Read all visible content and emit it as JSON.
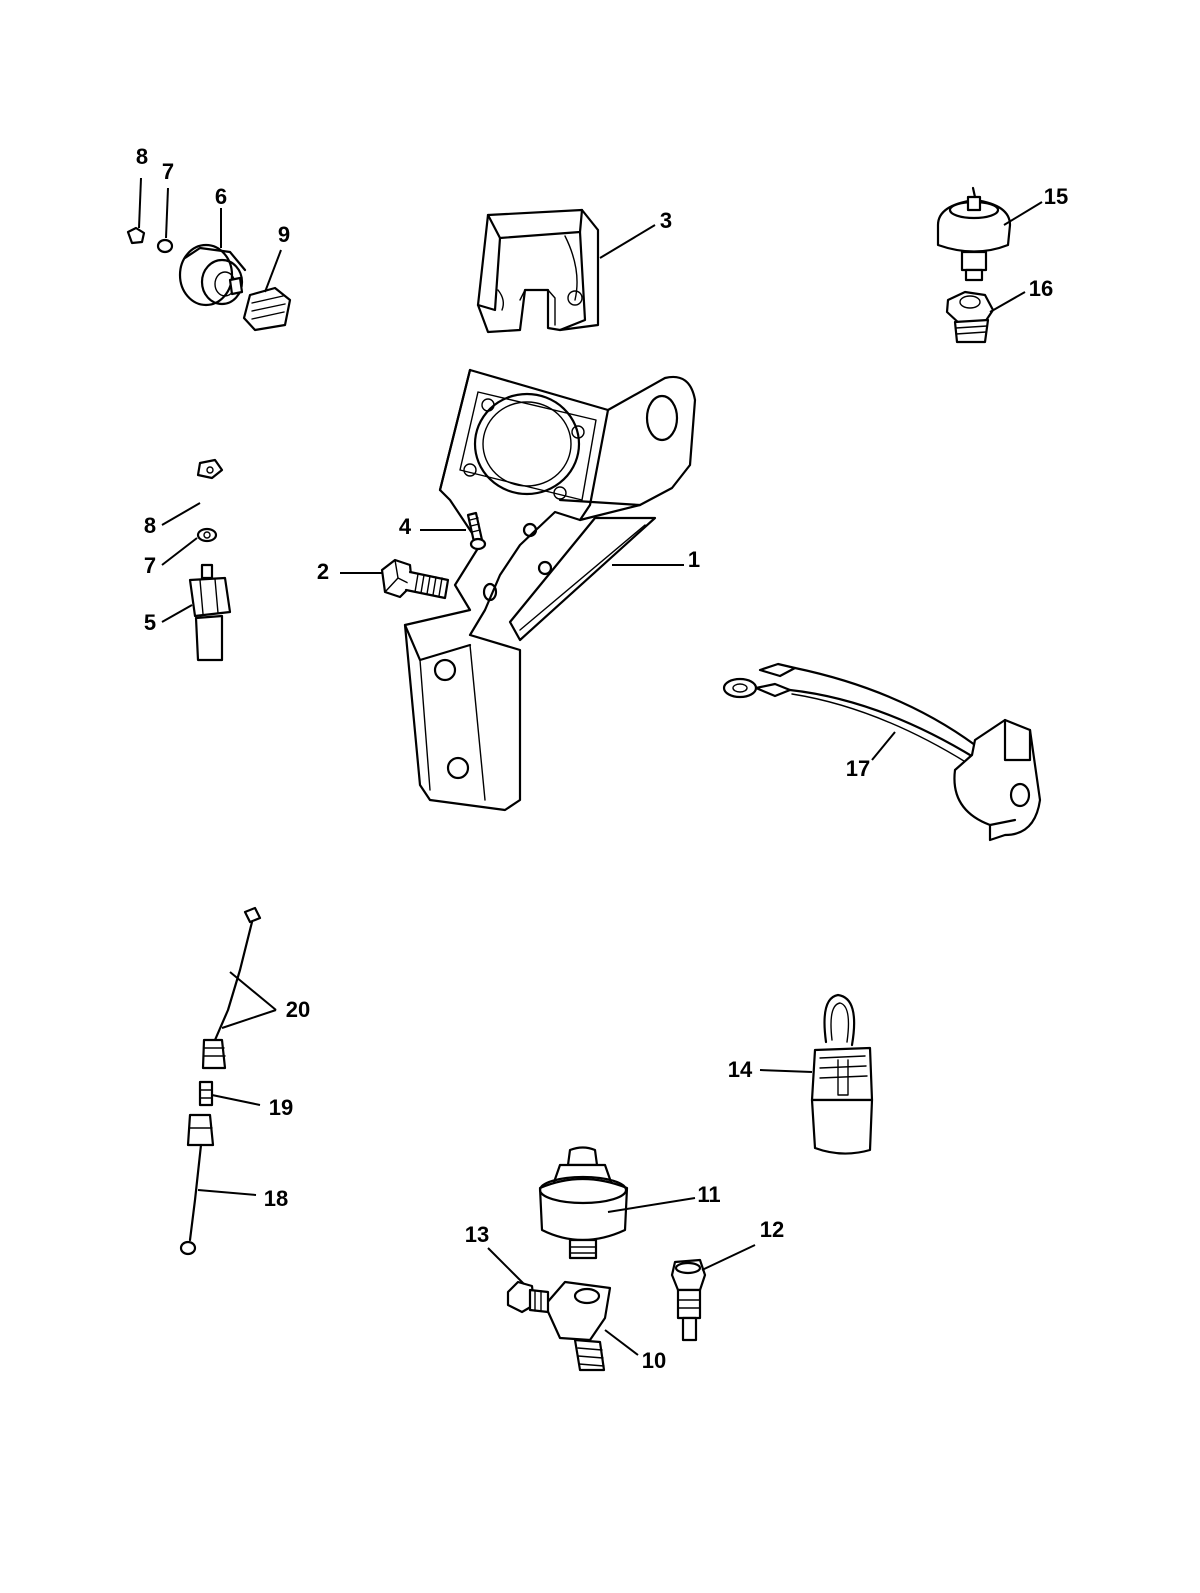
{
  "callouts": {
    "c1": "1",
    "c2": "2",
    "c3": "3",
    "c4": "4",
    "c5": "5",
    "c6": "6",
    "c7a": "7",
    "c7b": "7",
    "c8a": "8",
    "c8b": "8",
    "c9": "9",
    "c10": "10",
    "c11": "11",
    "c12": "12",
    "c13": "13",
    "c14": "14",
    "c15": "15",
    "c16": "16",
    "c17": "17",
    "c18": "18",
    "c19": "19",
    "c20": "20"
  },
  "colors": {
    "ink": "#000000",
    "paper": "#ffffff"
  }
}
